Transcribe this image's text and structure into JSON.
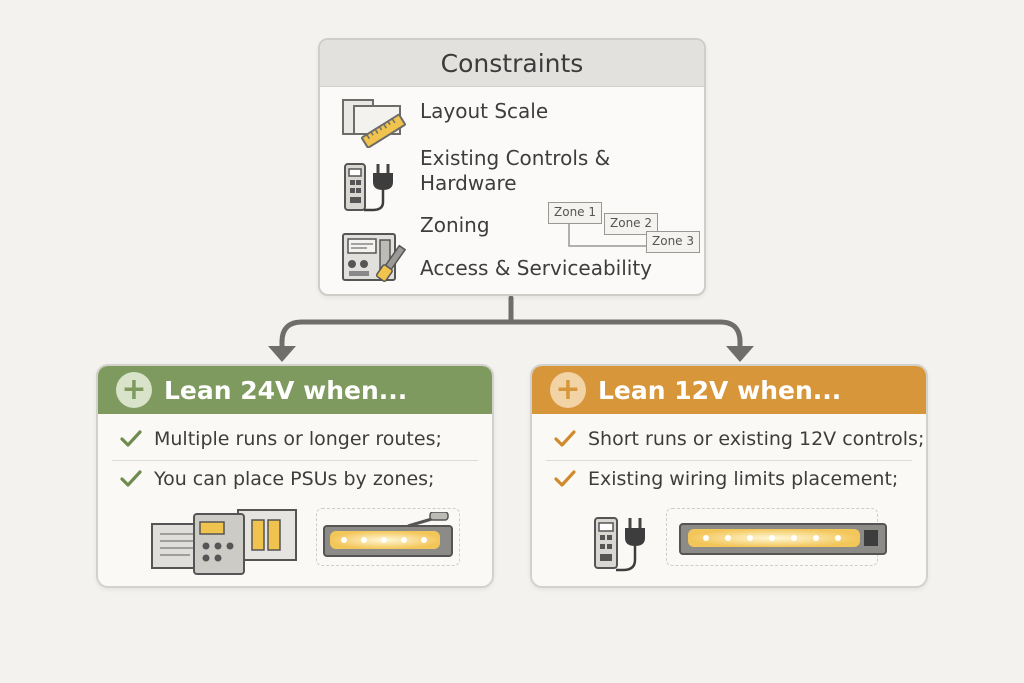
{
  "constraints": {
    "title": "Constraints",
    "items": [
      {
        "label": "Layout Scale",
        "icon": "layout-scale-ruler-icon"
      },
      {
        "label": "Existing Controls &",
        "label2": "Hardware",
        "icon": "controls-plug-icon"
      },
      {
        "label": "Zoning",
        "icon": "zoning-icon"
      },
      {
        "label": "Access & Serviceability",
        "icon": "service-panel-icon"
      }
    ],
    "zones": [
      "Zone 1",
      "Zone 2",
      "Zone 3"
    ]
  },
  "option_24v": {
    "title": "Lean 24V when...",
    "plus": "+",
    "color": "#7e9a5e",
    "items": [
      "Multiple runs or longer routes;",
      "You can place PSUs by zones;"
    ]
  },
  "option_12v": {
    "title": "Lean 12V when...",
    "plus": "+",
    "color": "#d8963a",
    "items": [
      "Short runs or existing 12V controls;",
      "Existing wiring limits placement;"
    ]
  }
}
